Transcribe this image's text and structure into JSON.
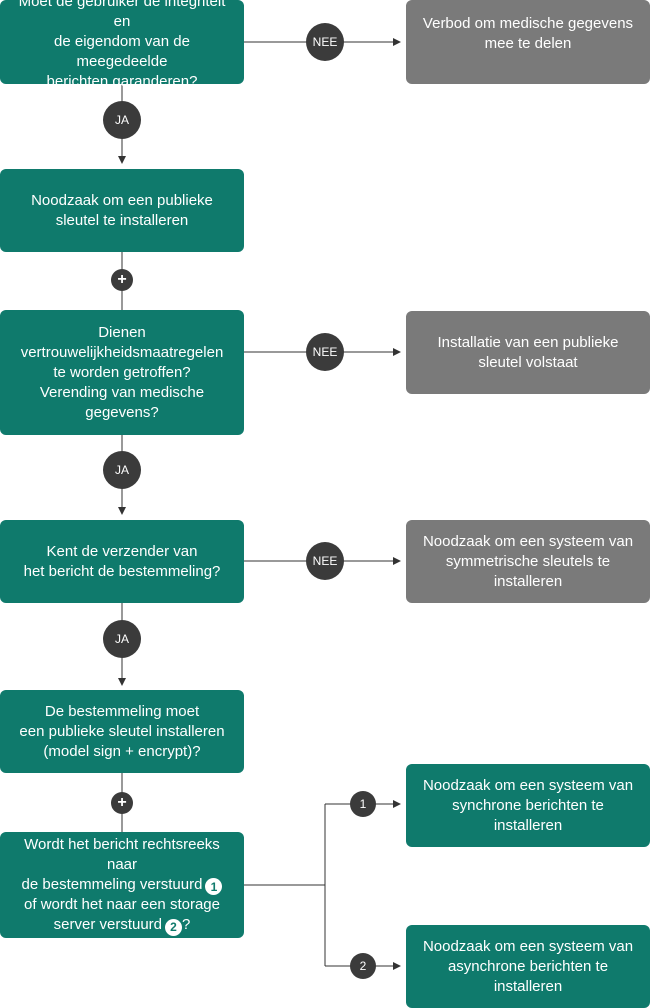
{
  "nodes": {
    "q_integrity": "Moet de gebruiker de integriteit en\nde eigendom van de meegedeelde\nberichten garanderen?",
    "r_forbid": "Verbod om medische gegevens\nmee te delen",
    "r_public_key": "Noodzaak om een publieke\nsleutel te installeren",
    "q_confidentiality": "Dienen\nvertrouwelijkheidsmaatregelen\nte worden getroffen?\nVerending van medische\ngegevens?",
    "r_public_key_ok": "Installatie van een publieke\nsleutel volstaat",
    "q_know_recipient": "Kent de verzender van\nhet bericht de bestemmeling?",
    "r_symmetric": "Noodzaak om een systeem van\nsymmetrische sleutels te installeren",
    "r_recipient_key": "De bestemmeling moet\neen publieke sleutel installeren\n(model sign + encrypt)?",
    "q_direct_line1": "Wordt het bericht rechtsreeks naar",
    "q_direct_line2": "de bestemmeling verstuurd",
    "q_direct_line3": "of wordt het naar een storage",
    "q_direct_line4": "server verstuurd",
    "r_sync": "Noodzaak om een systeem van\nsynchrone berichten te installeren",
    "r_async": "Noodzaak om een systeem van\nasynchrone berichten te installeren"
  },
  "labels": {
    "yes": "JA",
    "no": "NEE",
    "plus": "+",
    "opt1": "1",
    "opt2": "2",
    "question_mark": "?"
  },
  "colors": {
    "green": "#0f7a6c",
    "gray": "#7a7a7a",
    "circle": "#3b3b3b",
    "line": "#333333"
  }
}
